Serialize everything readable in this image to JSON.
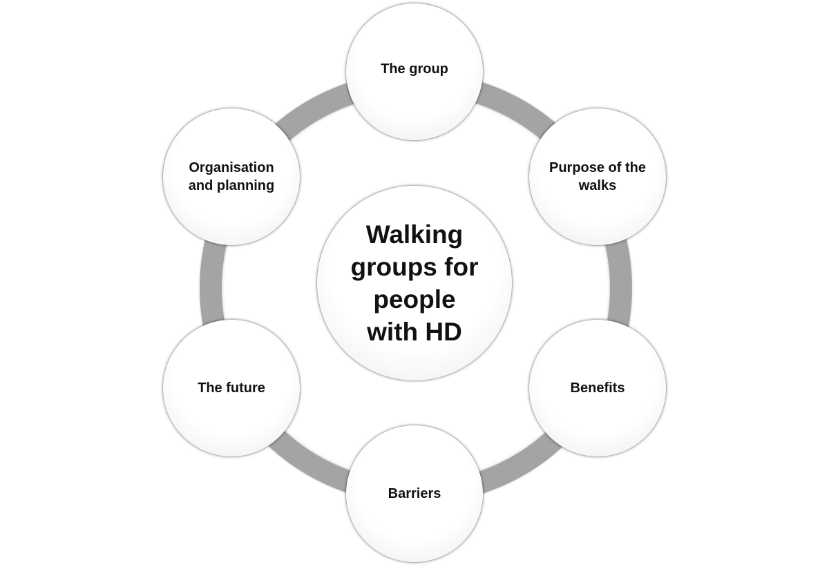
{
  "diagram": {
    "center": "Walking groups for people with HD",
    "nodes": [
      "The group",
      "Purpose of the walks",
      "Benefits",
      "Barriers",
      "The future",
      "Organisation and planning"
    ]
  },
  "colors": {
    "ring": "#a4a4a4",
    "node_fill": "#ffffff",
    "text": "#111111"
  }
}
